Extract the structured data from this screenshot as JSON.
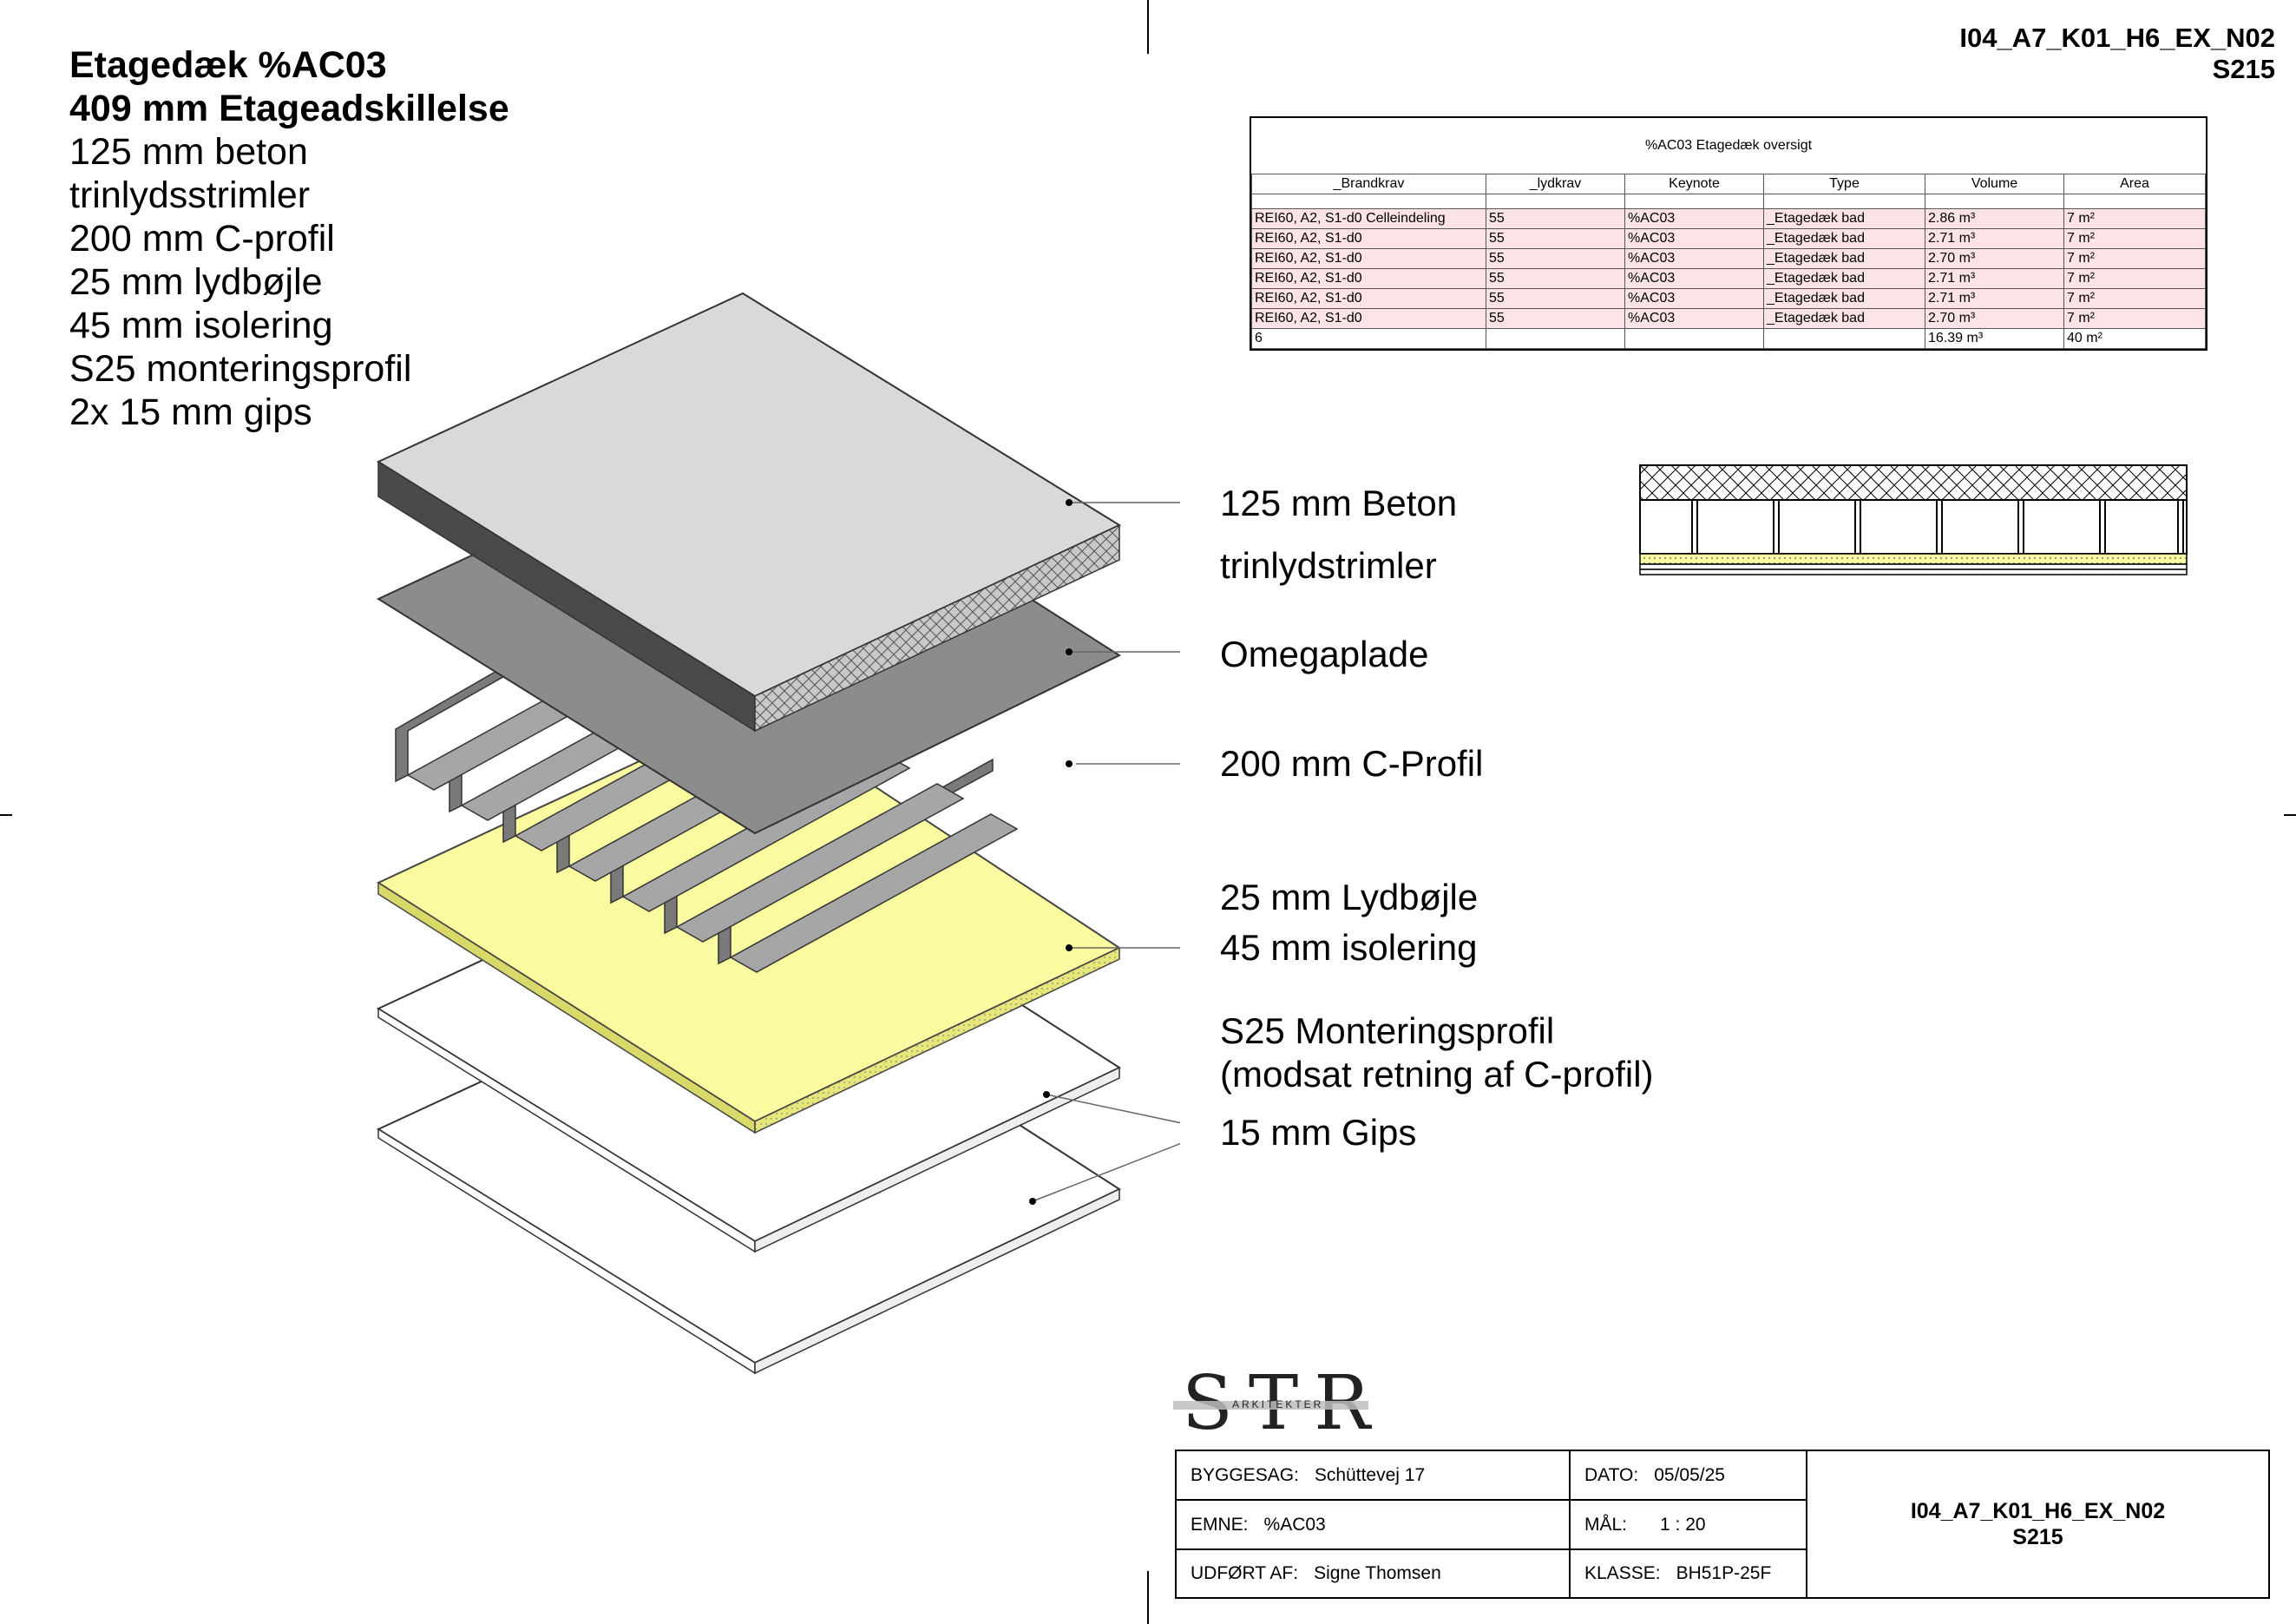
{
  "heading": {
    "title": "Etagedæk %AC03",
    "subtitle": "409 mm Etageadskillelse",
    "layers": [
      "125 mm beton",
      "trinlydsstrimler",
      "200 mm C-profil",
      "25 mm lydbøjle",
      "45 mm isolering",
      "S25 monteringsprofil",
      "2x 15 mm gips"
    ]
  },
  "sheet": {
    "code": "I04_A7_K01_H6_EX_N02",
    "number": "S215"
  },
  "schedule": {
    "title": "%AC03 Etagedæk oversigt",
    "columns": [
      "_Brandkrav",
      "_lydkrav",
      "Keynote",
      "Type",
      "Volume",
      "Area"
    ],
    "rows": [
      [
        "REI60, A2, S1-d0 Celleindeling",
        "55",
        "%AC03",
        "_Etagedæk bad",
        "2.86 m³",
        "7 m²"
      ],
      [
        "REI60, A2, S1-d0",
        "55",
        "%AC03",
        "_Etagedæk bad",
        "2.71 m³",
        "7 m²"
      ],
      [
        "REI60, A2, S1-d0",
        "55",
        "%AC03",
        "_Etagedæk bad",
        "2.70 m³",
        "7 m²"
      ],
      [
        "REI60, A2, S1-d0",
        "55",
        "%AC03",
        "_Etagedæk bad",
        "2.71 m³",
        "7 m²"
      ],
      [
        "REI60, A2, S1-d0",
        "55",
        "%AC03",
        "_Etagedæk bad",
        "2.71 m³",
        "7 m²"
      ],
      [
        "REI60, A2, S1-d0",
        "55",
        "%AC03",
        "_Etagedæk bad",
        "2.70 m³",
        "7 m²"
      ]
    ],
    "total": [
      "6",
      "",
      "",
      "",
      "16.39 m³",
      "40 m²"
    ]
  },
  "callouts": {
    "beton": "125 mm Beton",
    "trinlyd": "trinlydstrimler",
    "omega": "Omegaplade",
    "cprofil": "200 mm C-Profil",
    "lydbojle": "25 mm Lydbøjle",
    "isolering": "45 mm isolering",
    "s25_1": "S25 Monteringsprofil",
    "s25_2": "(modsat retning af C-profil)",
    "gips": "15 mm Gips"
  },
  "logo": {
    "letters": "STR",
    "subtext": "ARKITEKTER"
  },
  "title_block": {
    "byggesag_label": "BYGGESAG:",
    "byggesag": "Schüttevej 17",
    "dato_label": "DATO:",
    "dato": "05/05/25",
    "emne_label": "EMNE:",
    "emne": "%AC03",
    "maal_label": "MÅL:",
    "maal": "1 : 20",
    "udfoert_label": "UDFØRT AF:",
    "udfoert": "Signe Thomsen",
    "klasse_label": "KLASSE:",
    "klasse": "BH51P-25F",
    "code": "I04_A7_K01_H6_EX_N02",
    "number": "S215"
  },
  "colors": {
    "concrete_top": "#d9d9d9",
    "omega": "#8c8c8c",
    "profile": "#7a7a7a",
    "insulation": "#fafaa0",
    "gips": "#ffffff",
    "schedule_row": "#fbe3e6"
  }
}
